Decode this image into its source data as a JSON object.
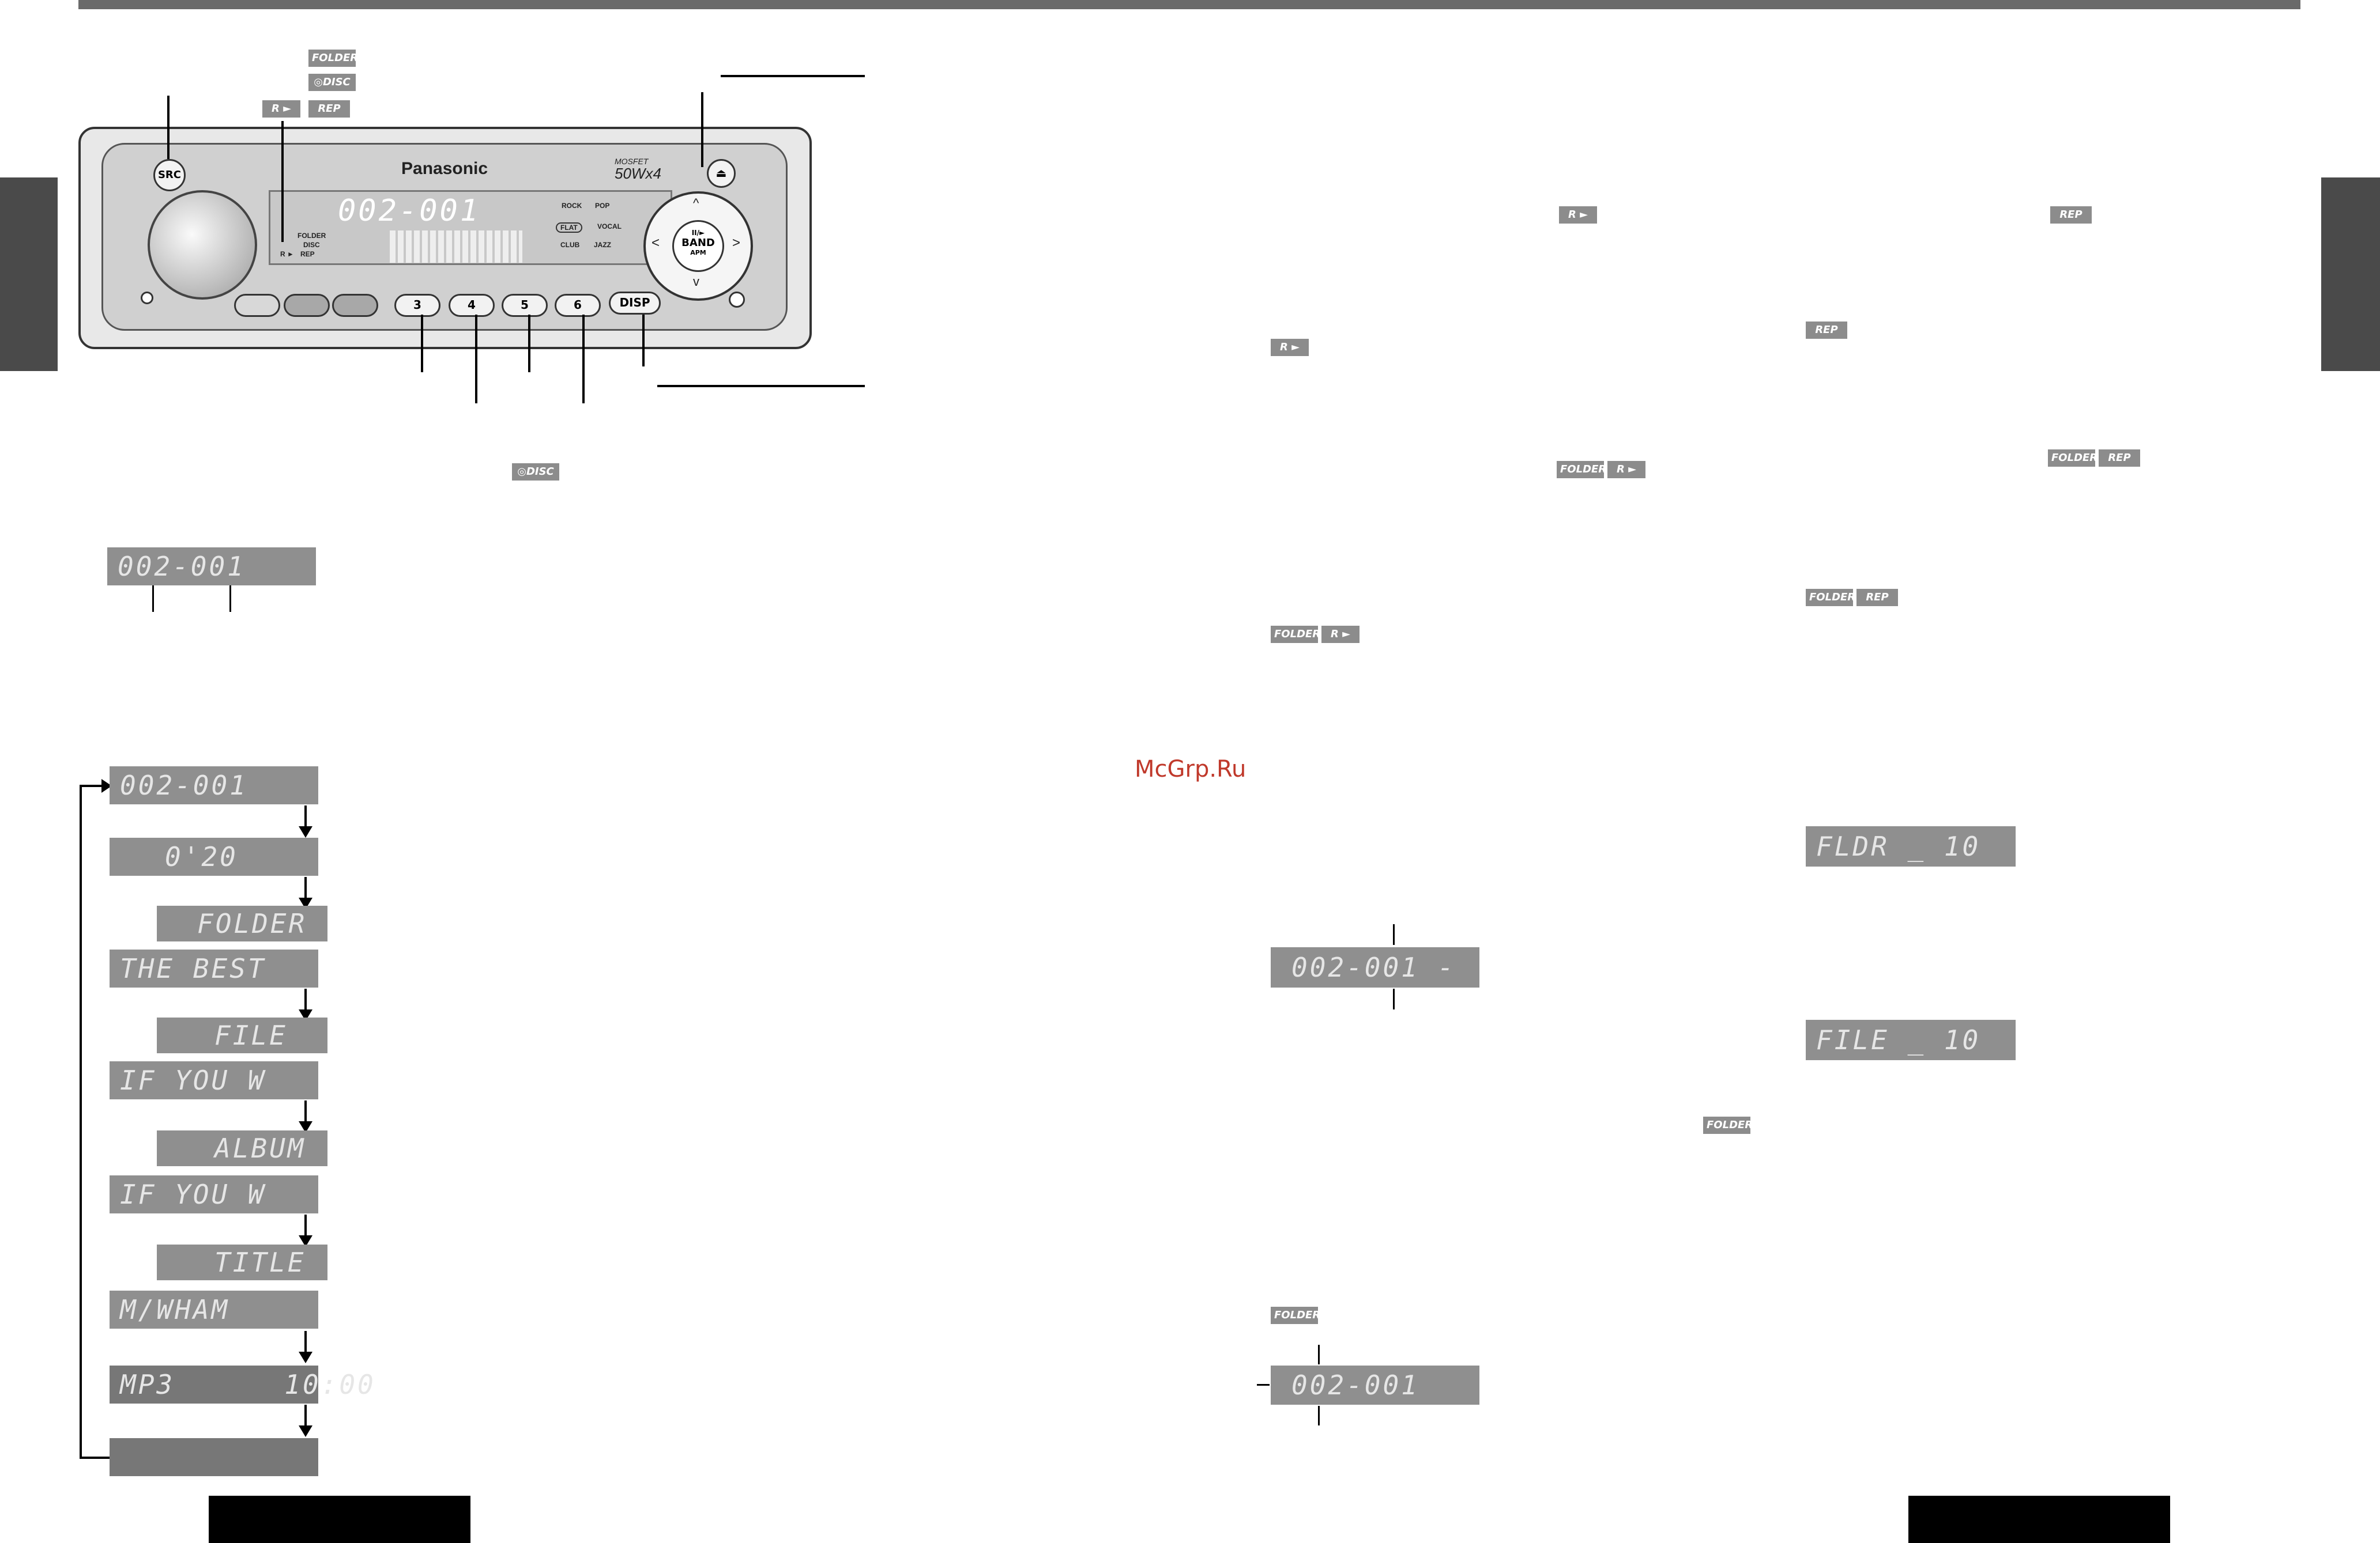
{
  "tags": {
    "folder": "FOLDER",
    "disc": "DISC",
    "random": "R ►",
    "rep": "REP"
  },
  "device": {
    "brand": "Panasonic",
    "src_button": "SRC",
    "badge": "50Wx4",
    "badge_top": "MOSFET",
    "display": "002-001",
    "disp_folder": "FOLDER",
    "disp_disc": "DISC",
    "disp_random": "R ►",
    "disp_rep": "REP",
    "eq_rock": "ROCK",
    "eq_pop": "POP",
    "eq_flat": "FLAT",
    "eq_vocal": "VOCAL",
    "eq_club": "CLUB",
    "eq_jazz": "JAZZ",
    "dial_center": "BAND",
    "dial_apm": "APM",
    "dial_play": "II/►",
    "preset_3": "3",
    "preset_4": "4",
    "preset_5": "5",
    "preset_6": "6",
    "disp_button": "DISP"
  },
  "main_display": "002-001",
  "flow": [
    "002-001",
    "0'20",
    "FOLDER",
    "THE BEST",
    "FILE",
    "IF YOU W",
    "ALBUM",
    "IF YOU W",
    "TITLE",
    "M/WHAM",
    "MP3      10:00",
    ""
  ],
  "mid_displays": {
    "blink1": "002-001 -",
    "blink2": "002-001"
  },
  "right_displays": {
    "fldr": "FLDR _ 10",
    "file": "FILE _ 10"
  },
  "watermark": "McGrp.Ru"
}
